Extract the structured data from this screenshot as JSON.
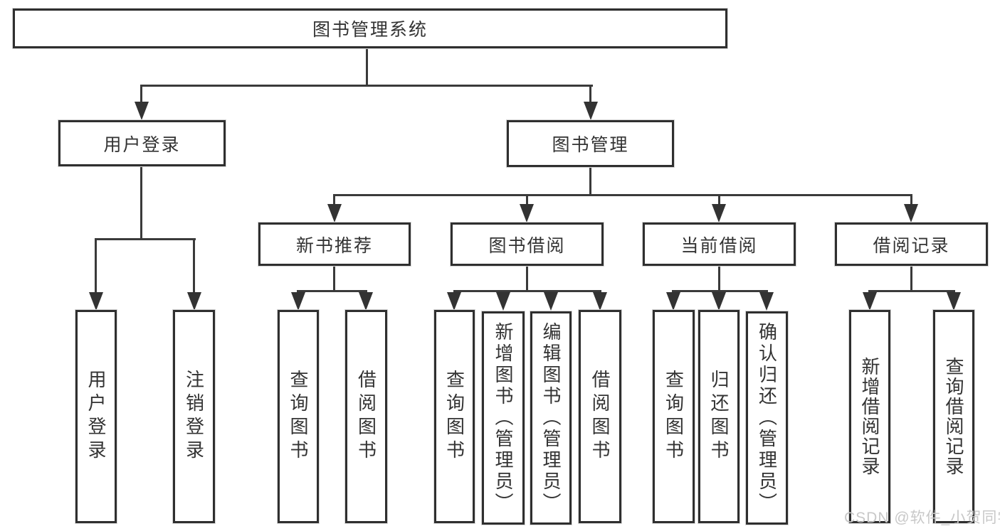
{
  "diagram": {
    "root": "图书管理系统",
    "level2": [
      "用户登录",
      "图书管理"
    ],
    "level3": [
      "新书推荐",
      "图书借阅",
      "当前借阅",
      "借阅记录"
    ],
    "leaves": {
      "user_login": [
        "用户登录",
        "注销登录"
      ],
      "new_book_recommend": [
        "查询图书",
        "借阅图书"
      ],
      "book_borrow": [
        "查询图书",
        "新增图书（管理员）",
        "编辑图书（管理员）",
        "借阅图书"
      ],
      "current_borrow": [
        "查询图书",
        "归还图书",
        "确认归还（管理员）"
      ],
      "borrow_records": [
        "新增借阅记录",
        "查询借阅记录"
      ]
    }
  },
  "watermark": {
    "text": "CSDN @软件_小贺同学"
  },
  "colors": {
    "line": "#3a3a3a",
    "box_border": "#2f2f2f",
    "text": "#333333",
    "watermark": "#c8c8c8",
    "background": "#ffffff"
  }
}
